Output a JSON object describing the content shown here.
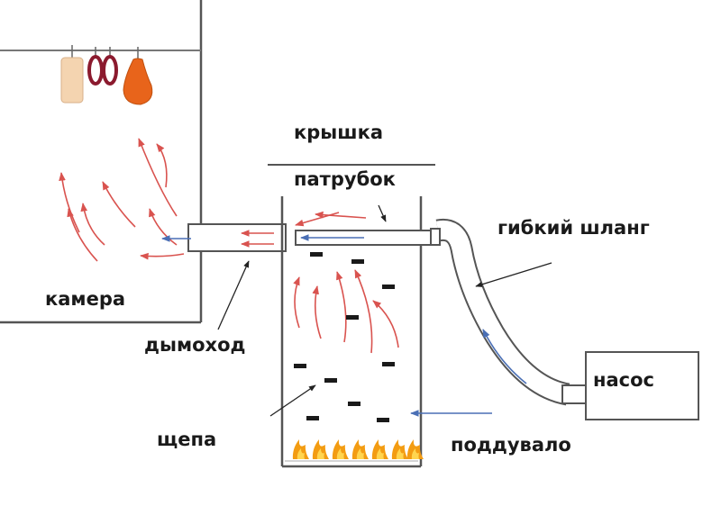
{
  "labels": {
    "lid": "крышка",
    "pipe": "патрубок",
    "hose": "гибкий шланг",
    "chamber": "камера",
    "chimney": "дымоход",
    "pump": "насос",
    "chips": "щепа",
    "blower": "поддувало"
  },
  "colors": {
    "outline": "#555555",
    "smoke_arrow": "#d9534f",
    "air_arrow": "#4a6fb5",
    "flame_outer": "#f39c12",
    "flame_inner": "#ffd54f",
    "meat": "#f4d4b0",
    "sausage": "#8b1a2e",
    "ham": "#e8641b"
  }
}
